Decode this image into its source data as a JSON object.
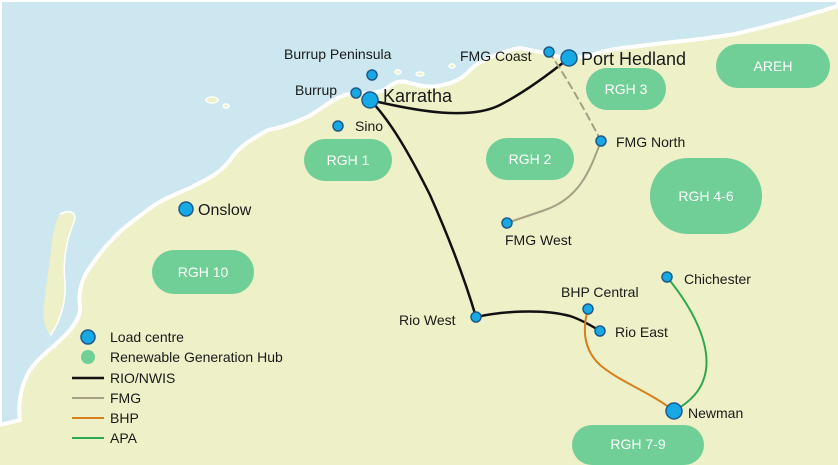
{
  "colors": {
    "land": "#eef0c7",
    "sea": "#cce7ef",
    "coast": "#ffffff",
    "hub": "#6fcf97",
    "load_centre": "#16a9e6",
    "load_centre_stroke": "#1f5b8a",
    "rio_nwis": "#111111",
    "fmg": "#a59f83",
    "bhp": "#d77f1c",
    "apa": "#2ea84e"
  },
  "load_centres": {
    "port_hedland": "Port Hedland",
    "karratha": "Karratha",
    "onslow": "Onslow",
    "newman": "Newman",
    "burrup_peninsula": "Burrup Peninsula",
    "burrup": "Burrup",
    "sino": "Sino",
    "fmg_coast": "FMG Coast",
    "fmg_north": "FMG North",
    "fmg_west": "FMG West",
    "rio_west": "Rio West",
    "rio_east": "Rio East",
    "bhp_central": "BHP Central",
    "chichester": "Chichester"
  },
  "hubs": {
    "areh": "AREH",
    "rgh3": "RGH 3",
    "rgh2": "RGH 2",
    "rgh1": "RGH 1",
    "rgh46": "RGH 4-6",
    "rgh10": "RGH 10",
    "rgh79": "RGH 7-9"
  },
  "legend": {
    "load_centre": "Load centre",
    "hub": "Renewable Generation Hub",
    "rio_nwis": "RIO/NWIS",
    "fmg": "FMG",
    "bhp": "BHP",
    "apa": "APA"
  }
}
